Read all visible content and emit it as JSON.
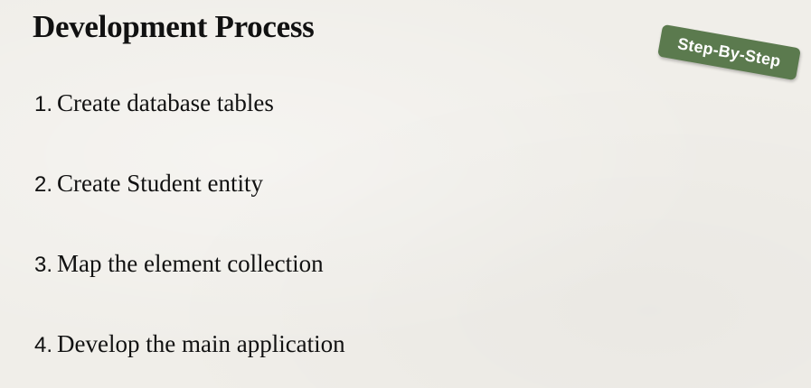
{
  "slide": {
    "title": "Development Process",
    "badge": "Step-By-Step",
    "badge_color": "#5b7a4e",
    "steps": [
      {
        "num": "1.",
        "text": "Create database tables"
      },
      {
        "num": "2.",
        "text": "Create Student entity"
      },
      {
        "num": "3.",
        "text": "Map the element collection"
      },
      {
        "num": "4.",
        "text": "Develop the main application"
      }
    ]
  }
}
